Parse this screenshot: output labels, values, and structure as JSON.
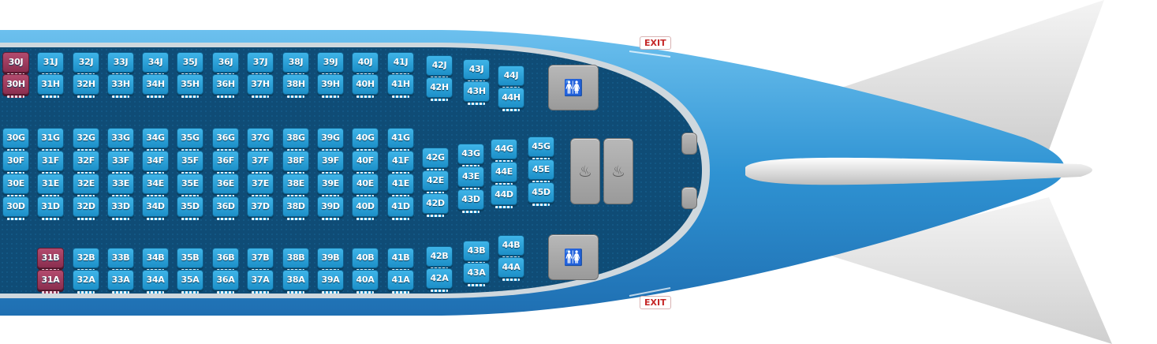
{
  "exits": {
    "top": "EXIT",
    "bottom": "EXIT"
  },
  "icons": {
    "lavatory": "lavatory-icon",
    "galley": "galley-icon"
  },
  "colors": {
    "available": "#2a9fd6",
    "occupied": "#9c3a5c",
    "fuselage": "#3b9ad8",
    "cabin_floor": "#0e4d78"
  },
  "seats": [
    {
      "id": "30J",
      "status": "occupied"
    },
    {
      "id": "30H",
      "status": "occupied"
    },
    {
      "id": "31J",
      "status": "available"
    },
    {
      "id": "31H",
      "status": "available"
    },
    {
      "id": "32J",
      "status": "available"
    },
    {
      "id": "32H",
      "status": "available"
    },
    {
      "id": "33J",
      "status": "available"
    },
    {
      "id": "33H",
      "status": "available"
    },
    {
      "id": "34J",
      "status": "available"
    },
    {
      "id": "34H",
      "status": "available"
    },
    {
      "id": "35J",
      "status": "available"
    },
    {
      "id": "35H",
      "status": "available"
    },
    {
      "id": "36J",
      "status": "available"
    },
    {
      "id": "36H",
      "status": "available"
    },
    {
      "id": "37J",
      "status": "available"
    },
    {
      "id": "37H",
      "status": "available"
    },
    {
      "id": "38J",
      "status": "available"
    },
    {
      "id": "38H",
      "status": "available"
    },
    {
      "id": "39J",
      "status": "available"
    },
    {
      "id": "39H",
      "status": "available"
    },
    {
      "id": "40J",
      "status": "available"
    },
    {
      "id": "40H",
      "status": "available"
    },
    {
      "id": "41J",
      "status": "available"
    },
    {
      "id": "41H",
      "status": "available"
    },
    {
      "id": "42J",
      "status": "available"
    },
    {
      "id": "42H",
      "status": "available"
    },
    {
      "id": "43J",
      "status": "available"
    },
    {
      "id": "43H",
      "status": "available"
    },
    {
      "id": "44J",
      "status": "available"
    },
    {
      "id": "44H",
      "status": "available"
    },
    {
      "id": "30G",
      "status": "available"
    },
    {
      "id": "30F",
      "status": "available"
    },
    {
      "id": "30E",
      "status": "available"
    },
    {
      "id": "30D",
      "status": "available"
    },
    {
      "id": "31G",
      "status": "available"
    },
    {
      "id": "31F",
      "status": "available"
    },
    {
      "id": "31E",
      "status": "available"
    },
    {
      "id": "31D",
      "status": "available"
    },
    {
      "id": "32G",
      "status": "available"
    },
    {
      "id": "32F",
      "status": "available"
    },
    {
      "id": "32E",
      "status": "available"
    },
    {
      "id": "32D",
      "status": "available"
    },
    {
      "id": "33G",
      "status": "available"
    },
    {
      "id": "33F",
      "status": "available"
    },
    {
      "id": "33E",
      "status": "available"
    },
    {
      "id": "33D",
      "status": "available"
    },
    {
      "id": "34G",
      "status": "available"
    },
    {
      "id": "34F",
      "status": "available"
    },
    {
      "id": "34E",
      "status": "available"
    },
    {
      "id": "34D",
      "status": "available"
    },
    {
      "id": "35G",
      "status": "available"
    },
    {
      "id": "35F",
      "status": "available"
    },
    {
      "id": "35E",
      "status": "available"
    },
    {
      "id": "35D",
      "status": "available"
    },
    {
      "id": "36G",
      "status": "available"
    },
    {
      "id": "36F",
      "status": "available"
    },
    {
      "id": "36E",
      "status": "available"
    },
    {
      "id": "36D",
      "status": "available"
    },
    {
      "id": "37G",
      "status": "available"
    },
    {
      "id": "37F",
      "status": "available"
    },
    {
      "id": "37E",
      "status": "available"
    },
    {
      "id": "37D",
      "status": "available"
    },
    {
      "id": "38G",
      "status": "available"
    },
    {
      "id": "38F",
      "status": "available"
    },
    {
      "id": "38E",
      "status": "available"
    },
    {
      "id": "38D",
      "status": "available"
    },
    {
      "id": "39G",
      "status": "available"
    },
    {
      "id": "39F",
      "status": "available"
    },
    {
      "id": "39E",
      "status": "available"
    },
    {
      "id": "39D",
      "status": "available"
    },
    {
      "id": "40G",
      "status": "available"
    },
    {
      "id": "40F",
      "status": "available"
    },
    {
      "id": "40E",
      "status": "available"
    },
    {
      "id": "40D",
      "status": "available"
    },
    {
      "id": "41G",
      "status": "available"
    },
    {
      "id": "41F",
      "status": "available"
    },
    {
      "id": "41E",
      "status": "available"
    },
    {
      "id": "41D",
      "status": "available"
    },
    {
      "id": "42G",
      "status": "available"
    },
    {
      "id": "42E",
      "status": "available"
    },
    {
      "id": "42D",
      "status": "available"
    },
    {
      "id": "43G",
      "status": "available"
    },
    {
      "id": "43E",
      "status": "available"
    },
    {
      "id": "43D",
      "status": "available"
    },
    {
      "id": "44G",
      "status": "available"
    },
    {
      "id": "44E",
      "status": "available"
    },
    {
      "id": "44D",
      "status": "available"
    },
    {
      "id": "45G",
      "status": "available"
    },
    {
      "id": "45E",
      "status": "available"
    },
    {
      "id": "45D",
      "status": "available"
    },
    {
      "id": "31B",
      "status": "occupied"
    },
    {
      "id": "31A",
      "status": "occupied"
    },
    {
      "id": "32B",
      "status": "available"
    },
    {
      "id": "32A",
      "status": "available"
    },
    {
      "id": "33B",
      "status": "available"
    },
    {
      "id": "33A",
      "status": "available"
    },
    {
      "id": "34B",
      "status": "available"
    },
    {
      "id": "34A",
      "status": "available"
    },
    {
      "id": "35B",
      "status": "available"
    },
    {
      "id": "35A",
      "status": "available"
    },
    {
      "id": "36B",
      "status": "available"
    },
    {
      "id": "36A",
      "status": "available"
    },
    {
      "id": "37B",
      "status": "available"
    },
    {
      "id": "37A",
      "status": "available"
    },
    {
      "id": "38B",
      "status": "available"
    },
    {
      "id": "38A",
      "status": "available"
    },
    {
      "id": "39B",
      "status": "available"
    },
    {
      "id": "39A",
      "status": "available"
    },
    {
      "id": "40B",
      "status": "available"
    },
    {
      "id": "40A",
      "status": "available"
    },
    {
      "id": "41B",
      "status": "available"
    },
    {
      "id": "41A",
      "status": "available"
    },
    {
      "id": "42B",
      "status": "available"
    },
    {
      "id": "42A",
      "status": "available"
    },
    {
      "id": "43B",
      "status": "available"
    },
    {
      "id": "43A",
      "status": "available"
    },
    {
      "id": "44B",
      "status": "available"
    },
    {
      "id": "44A",
      "status": "available"
    }
  ]
}
